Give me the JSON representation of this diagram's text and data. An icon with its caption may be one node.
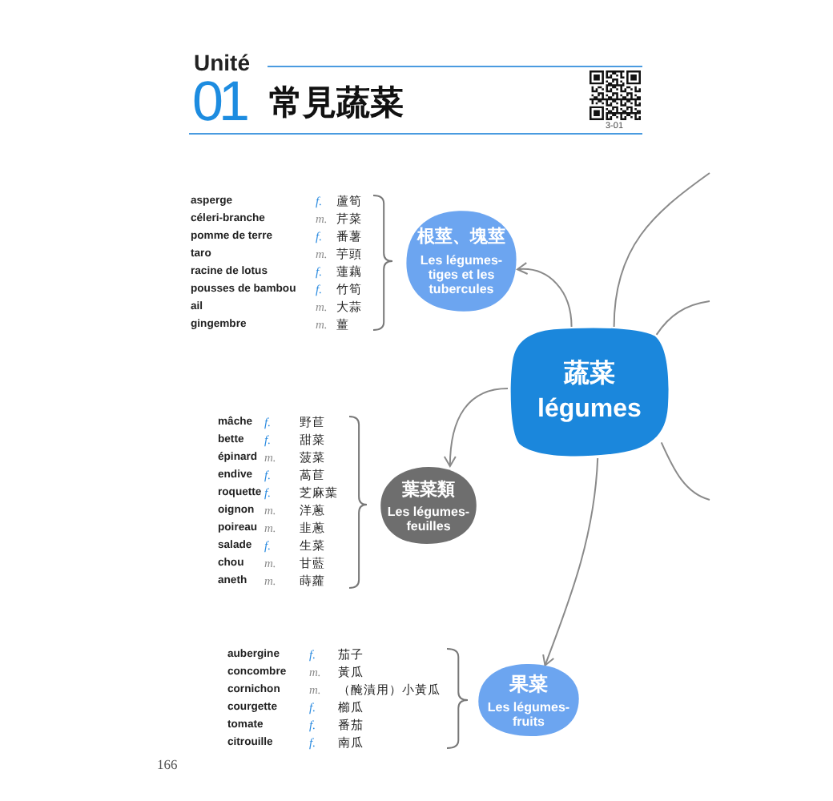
{
  "diagram": {
    "title": "常見蔬菜",
    "nodes": [
      {
        "text": [
          "根莖、塊莖",
          "Les légumes-tiges et les tubercules"
        ]
      },
      {
        "text": [
          "蔬菜",
          "légumes"
        ]
      },
      {
        "text": [
          "葉菜類",
          "Les légumes-feuilles"
        ]
      },
      {
        "text": [
          "果菜",
          "Les légumes-fruits"
        ]
      }
    ],
    "edges": [
      {
        "from": 1,
        "to": 0,
        "arrow": "to"
      },
      {
        "from": 1,
        "to": 2,
        "arrow": "to"
      },
      {
        "from": 1,
        "to": 3,
        "arrow": "to"
      },
      {
        "from": 1,
        "to": null,
        "arrow": "none"
      },
      {
        "from": 1,
        "to": null,
        "arrow": "none"
      },
      {
        "from": 1,
        "to": null,
        "arrow": "none"
      }
    ],
    "labels": [
      "Unité",
      "01",
      "3-01",
      "asperge",
      "f.",
      "蘆筍",
      "céleri-branche",
      "m.",
      "芹菜",
      "pomme de terre",
      "f.",
      "番薯",
      "taro",
      "m.",
      "芋頭",
      "racine de lotus",
      "f.",
      "蓮藕",
      "pousses de bambou",
      "f.",
      "竹筍",
      "ail",
      "m.",
      "大蒜",
      "gingembre",
      "m.",
      "薑",
      "mâche",
      "f.",
      "野苣",
      "bette",
      "f.",
      "甜菜",
      "épinard",
      "m.",
      "菠菜",
      "endive",
      "f.",
      "萵苣",
      "roquette",
      "f.",
      "芝麻葉",
      "oignon",
      "m.",
      "洋蔥",
      "poireau",
      "m.",
      "韭蔥",
      "salade",
      "f.",
      "生菜",
      "chou",
      "m.",
      "甘藍",
      "aneth",
      "m.",
      "蒔蘿",
      "aubergine",
      "f.",
      "茄子",
      "concombre",
      "m.",
      "黃瓜",
      "cornichon",
      "m.",
      "（醃漬用）小黃瓜",
      "courgette",
      "f.",
      "櫛瓜",
      "tomate",
      "f.",
      "番茄",
      "citrouille",
      "f.",
      "南瓜",
      "166"
    ]
  }
}
